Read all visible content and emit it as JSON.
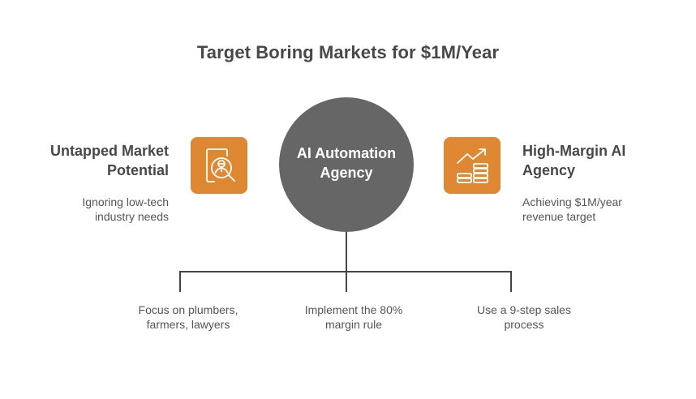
{
  "title": "Target Boring Markets for $1M/Year",
  "center": {
    "label_line1": "AI Automation",
    "label_line2": "Agency",
    "color": "#666666"
  },
  "left_node": {
    "heading_line1": "Untapped Market",
    "heading_line2": "Potential",
    "desc_line1": "Ignoring low-tech",
    "desc_line2": "industry needs",
    "icon": "person-search-icon",
    "color": "#df8834"
  },
  "right_node": {
    "heading_line1": "High-Margin AI",
    "heading_line2": "Agency",
    "desc_line1": "Achieving $1M/year",
    "desc_line2": "revenue target",
    "icon": "growth-coins-icon",
    "color": "#df8834"
  },
  "bottom_items": [
    {
      "line1": "Focus on plumbers,",
      "line2": "farmers, lawyers"
    },
    {
      "line1": "Implement the 80%",
      "line2": "margin rule"
    },
    {
      "line1": "Use a 9-step sales",
      "line2": "process"
    }
  ]
}
